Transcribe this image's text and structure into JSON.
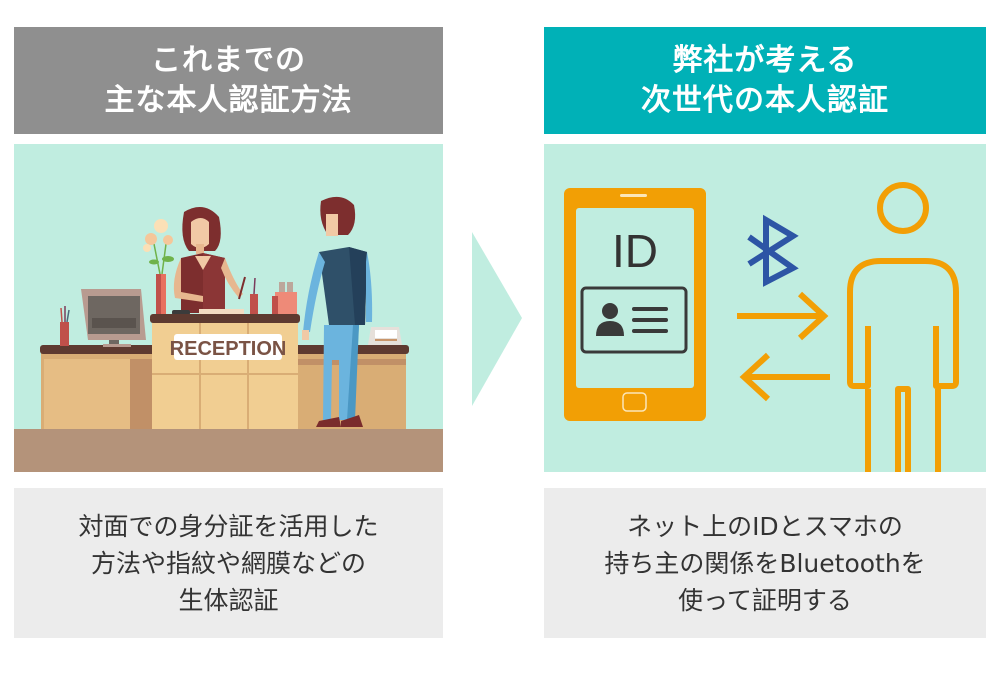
{
  "left_column": {
    "header": {
      "lines": [
        "これまでの",
        "主な本人認証方法"
      ],
      "background_color": "#8f8f8f"
    },
    "illustration": {
      "description": "reception-desk-scene",
      "sign_text": "RECEPTION"
    },
    "caption": {
      "lines": [
        "対面での身分証を活用した",
        "方法や指紋や網膜などの",
        "生体認証"
      ]
    }
  },
  "transition_arrow": {
    "icon": "chevron-right-triangle",
    "color": "#c0ede0"
  },
  "right_column": {
    "header": {
      "lines": [
        "弊社が考える",
        "次世代の本人認証"
      ],
      "background_color": "#00b1b7"
    },
    "illustration": {
      "description": "smartphone-bluetooth-person",
      "phone_label": "ID",
      "icons": [
        "smartphone-icon",
        "id-card-icon",
        "bluetooth-icon",
        "arrow-right-icon",
        "arrow-left-icon",
        "person-icon"
      ],
      "accent_color": "#f29f05",
      "bluetooth_color": "#2d55a5"
    },
    "caption": {
      "lines": [
        "ネット上のIDとスマホの",
        "持ち主の関係をBluetoothを",
        "使って証明する"
      ]
    }
  },
  "colors": {
    "panel_background": "#c0ede0",
    "caption_background": "#ececec",
    "caption_text": "#333333"
  }
}
